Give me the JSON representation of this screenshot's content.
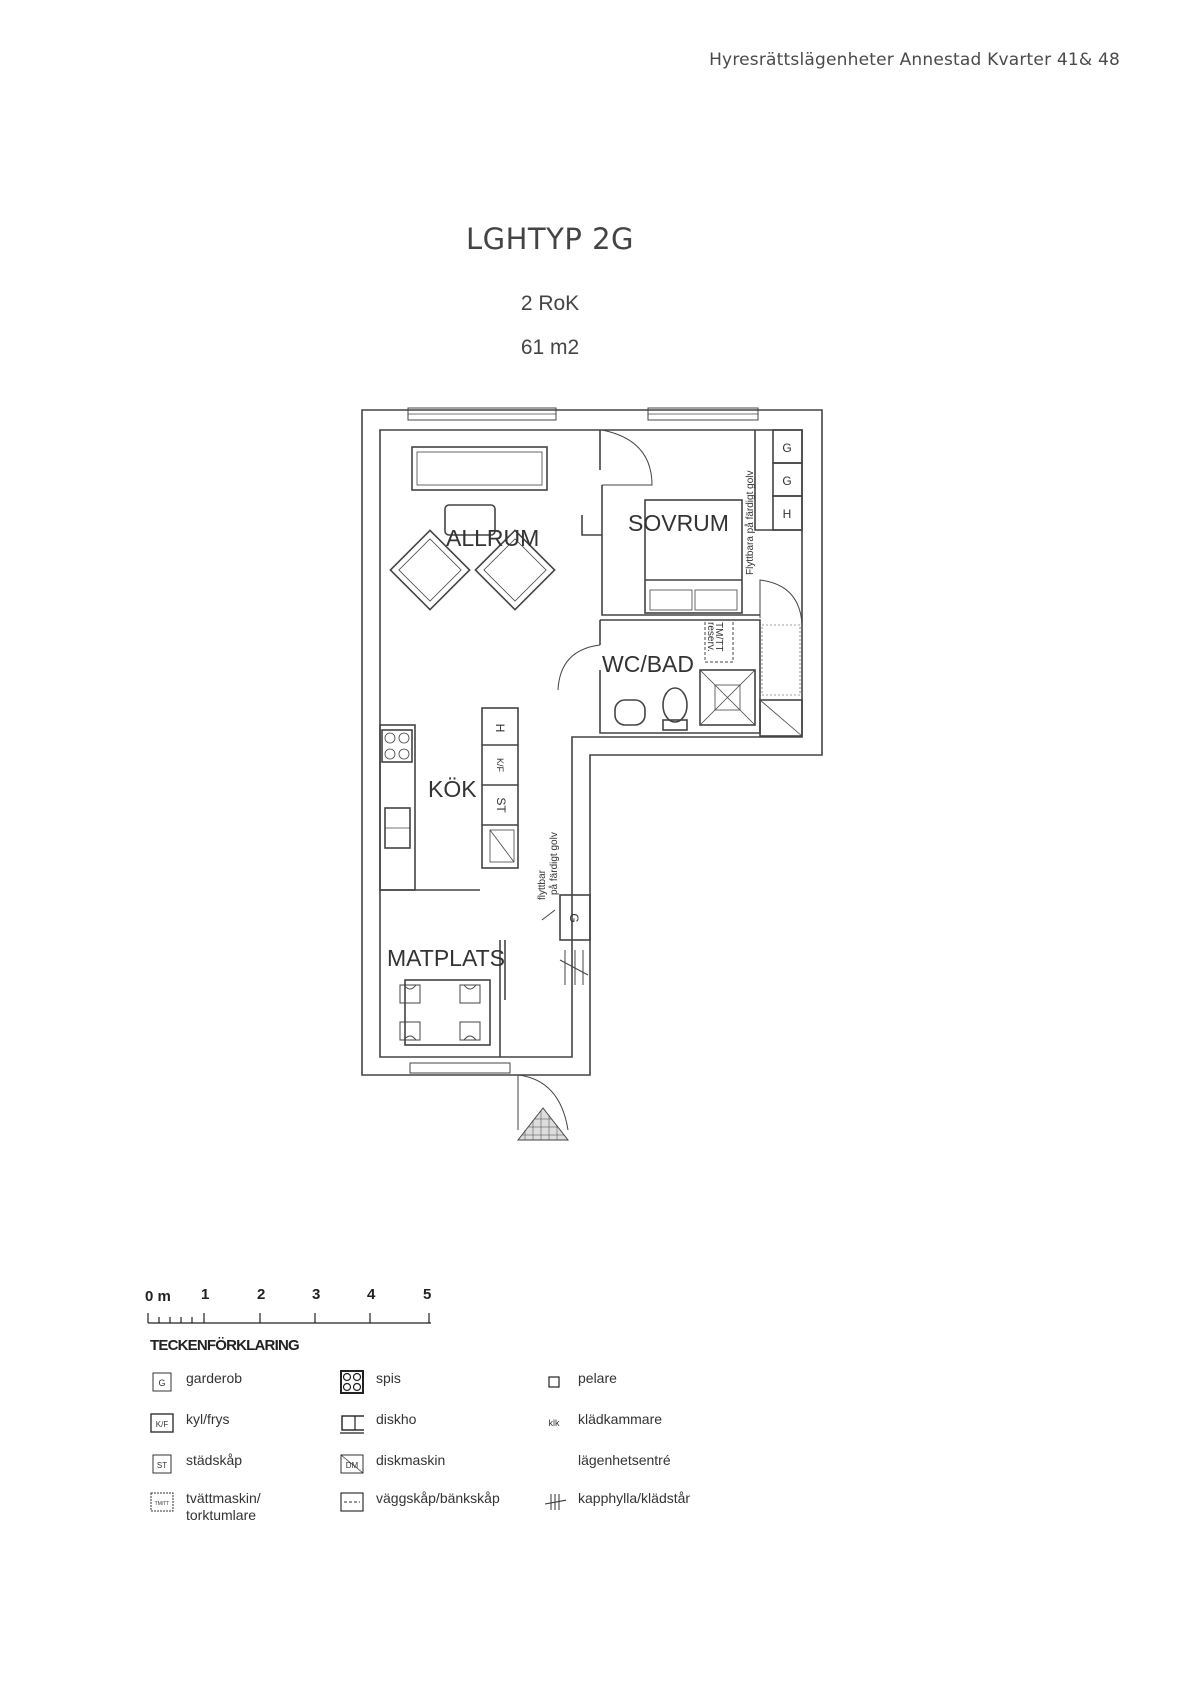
{
  "header": "Hyresrättslägenheter Annestad  Kvarter 41& 48",
  "title": "LGHTYP 2G",
  "subtitle1": "2 RoK",
  "subtitle2": "61 m2",
  "rooms": {
    "allrum": "ALLRUM",
    "sovrum": "SOVRUM",
    "wcbad": "WC/BAD",
    "kok": "KÖK",
    "matplats": "MATPLATS"
  },
  "fixtures": {
    "g": "G",
    "h": "H",
    "kf": "K/F",
    "st": "ST",
    "tmtt": "TM/TT",
    "tmtt_sub": "reserv.",
    "flyttbara": "Flyttbara på färdigt golv",
    "flyttbar1": "flyttbar",
    "flyttbar2": "på färdigt golv"
  },
  "scale": {
    "labels": [
      "0 m",
      "1",
      "2",
      "3",
      "4",
      "5"
    ]
  },
  "legend": {
    "title": "TECKENFÖRKLARING",
    "items": [
      {
        "symbol": "G",
        "label": "garderob"
      },
      {
        "symbol": "K/F",
        "label": "kyl/frys"
      },
      {
        "symbol": "ST",
        "label": "städskåp"
      },
      {
        "symbol": "TM/TT",
        "label": "tvättmaskin/\ntorktumlare"
      },
      {
        "symbol": "spis-icon",
        "label": "spis"
      },
      {
        "symbol": "diskho-icon",
        "label": "diskho"
      },
      {
        "symbol": "DM",
        "label": "diskmaskin"
      },
      {
        "symbol": "vaggskap-icon",
        "label": "väggskåp/bänkskåp"
      },
      {
        "symbol": "pelare-icon",
        "label": "pelare"
      },
      {
        "symbol": "klk",
        "label": "klädkammare"
      },
      {
        "symbol": "",
        "label": "lägenhetsentré"
      },
      {
        "symbol": "kapphylla-icon",
        "label": "kapphylla/klädstång"
      }
    ]
  }
}
